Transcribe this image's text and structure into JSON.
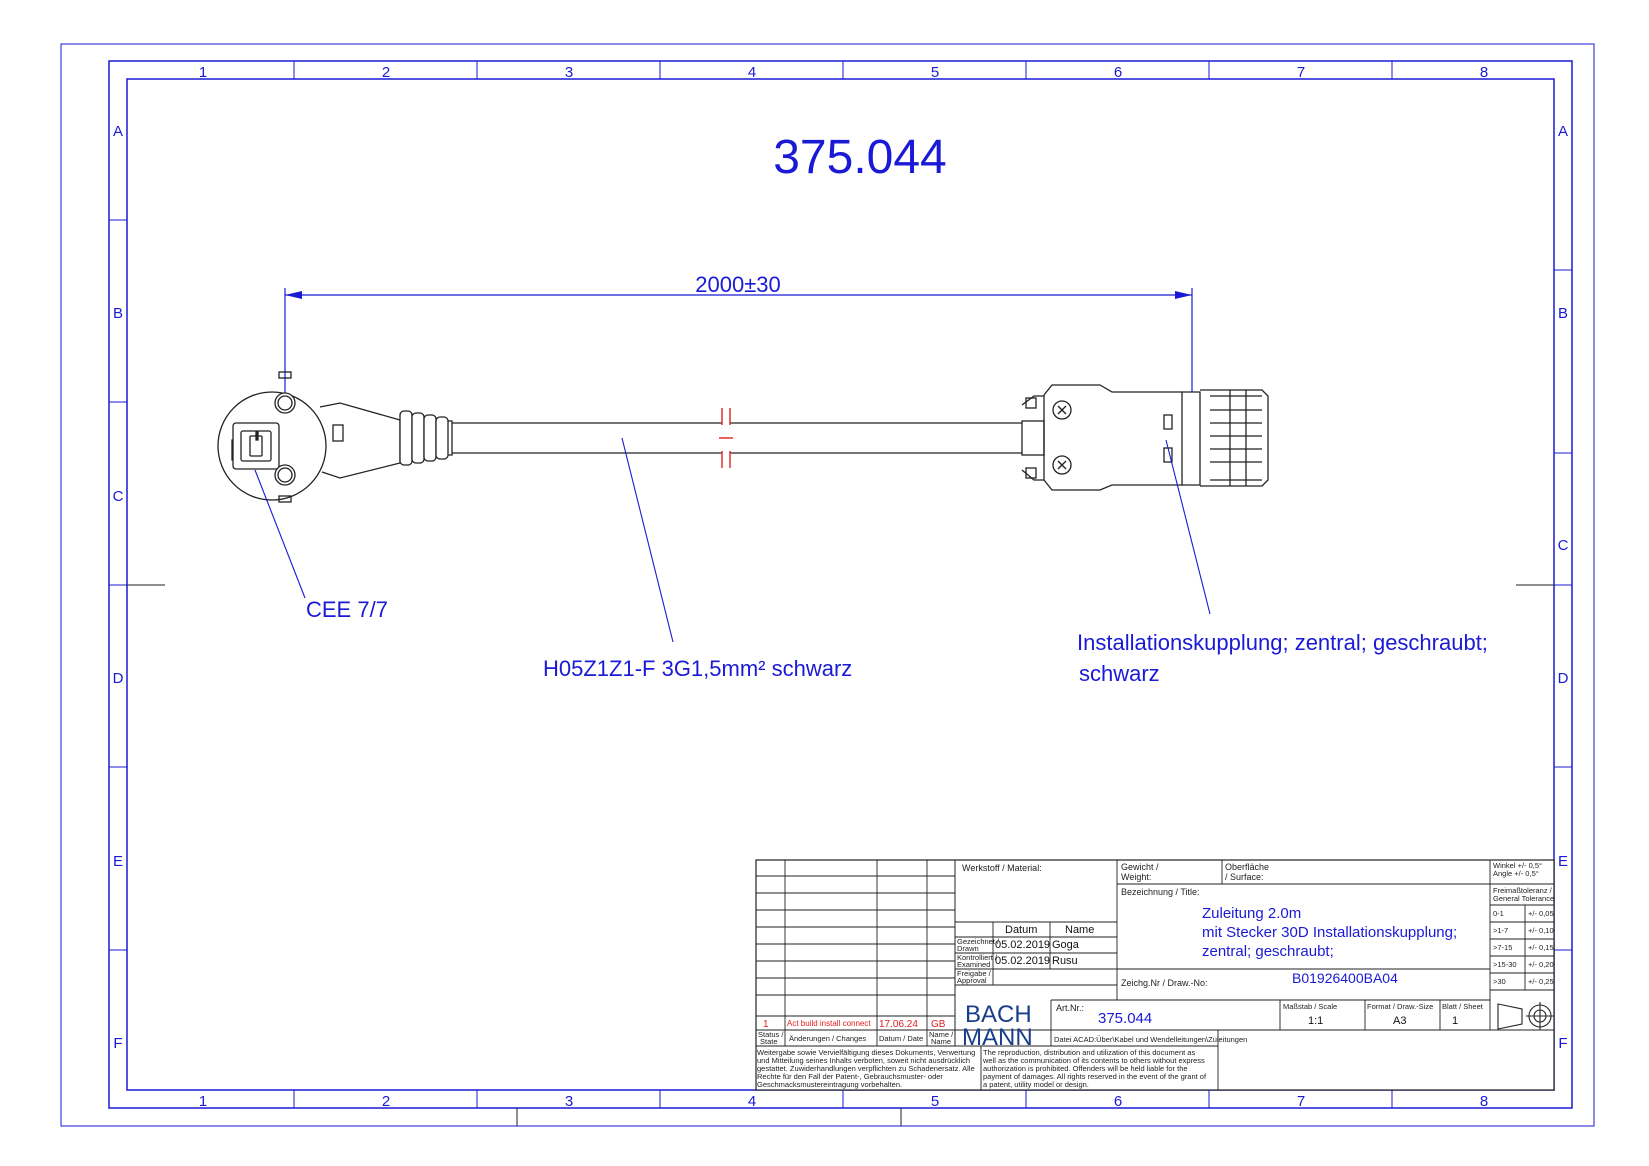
{
  "drawing": {
    "title": "375.044",
    "dimension": "2000±30",
    "label_plug": "CEE 7/7",
    "label_cable": "H05Z1Z1-F 3G1,5mm² schwarz",
    "label_coupler_1": "Installationskupplung; zentral; geschraubt;",
    "label_coupler_2": "schwarz"
  },
  "frame": {
    "columns": [
      "1",
      "2",
      "3",
      "4",
      "5",
      "6",
      "7",
      "8"
    ],
    "rows": [
      "A",
      "B",
      "C",
      "D",
      "E",
      "F"
    ]
  },
  "title_block": {
    "material_label": "Werkstoff / Material:",
    "weight_label_1": "Gewicht /",
    "weight_label_2": "Weight:",
    "surface_label_1": "Oberfläche",
    "surface_label_2": "/ Surface:",
    "angle_1": "Winkel +/- 0,5°",
    "angle_2": "Angle +/- 0,5°",
    "tolerance_1": "Freimaßtoleranz /",
    "tolerance_2": "General Tolerance",
    "tolerance_rows": [
      {
        "range": "0-1",
        "tol": "+/- 0,05"
      },
      {
        "range": ">1-7",
        "tol": "+/- 0,10"
      },
      {
        "range": ">7-15",
        "tol": "+/- 0,15"
      },
      {
        "range": ">15-30",
        "tol": "+/- 0,20"
      },
      {
        "range": ">30",
        "tol": "+/- 0,25"
      }
    ],
    "title_label": "Bezeichnung / Title:",
    "title_line_1": "Zuleitung 2.0m",
    "title_line_2": "mit Stecker 30D Installationskupplung;",
    "title_line_3": "zentral; geschraubt;",
    "date_header": "Datum",
    "name_header": "Name",
    "drawn_1": "Gezeichnet /",
    "drawn_2": "Drawn",
    "drawn_date": "05.02.2019",
    "drawn_name": "Goga",
    "examined_1": "Kontrolliert /",
    "examined_2": "Examined",
    "examined_date": "05.02.2019",
    "examined_name": "Rusu",
    "approval_1": "Freigabe /",
    "approval_2": "Approval",
    "drawno_label": "Zeichg.Nr / Draw.-No:",
    "drawno": "B01926400BA04",
    "artnr_label": "Art.Nr.:",
    "artnr": "375.044",
    "scale_label": "Maßstab / Scale",
    "scale": "1:1",
    "format_label": "Format / Draw.-Size",
    "format": "A3",
    "sheet_label": "Blatt / Sheet",
    "sheet": "1",
    "logo_1": "BACH",
    "logo_2": "MANN",
    "file_path": "Datei ACAD:Über\\Kabel und Wendelleitungen\\Zuleitungen",
    "change_status": "1",
    "change_text": "Act build install connect",
    "change_date": "17.06.24",
    "change_name": "GB",
    "status_label_1": "Status /",
    "status_label_2": "State",
    "changes_label": "Änderungen / Changes",
    "date_label": "Datum / Date",
    "name_label_1": "Name /",
    "name_label_2": "Name",
    "copyright_de": [
      "Weitergabe sowie Vervielfältigung dieses Dokuments, Verwertung",
      "und Mitteilung seines Inhalts verboten, soweit nicht ausdrücklich",
      "gestattet. Zuwiderhandlungen verpflichten zu Schadenersatz. Alle",
      "Rechte für den Fall der Patent-, Gebrauchsmuster- oder",
      "Geschmacksmustereintragung vorbehalten."
    ],
    "copyright_en": [
      "The reproduction, distribution and utilization of this document as",
      "well as the communication of its contents to others without express",
      "authorization is prohibited. Offenders will be held liable for the",
      "payment of damages. All rights reserved in the event of the grant of",
      "a patent, utility model or design."
    ]
  },
  "colors": {
    "frame": "#1a1ad6",
    "line": "#222222",
    "break": "#e02020"
  }
}
